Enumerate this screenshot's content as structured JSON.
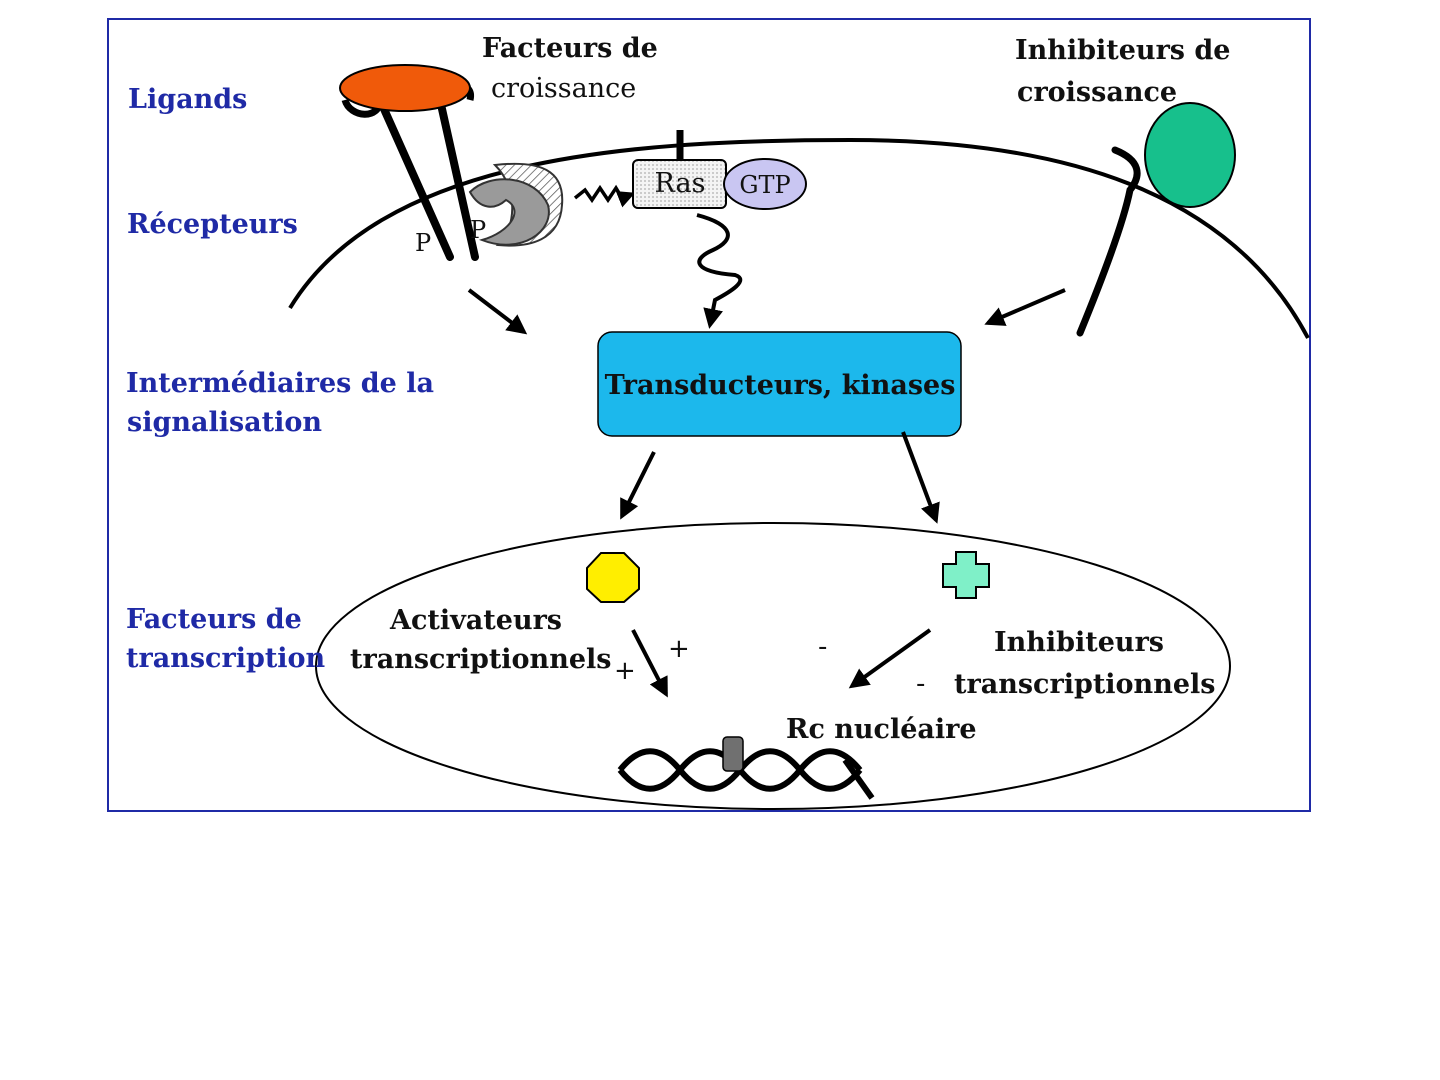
{
  "side_labels": {
    "ligands": "Ligands",
    "recepteurs": "Récepteurs",
    "intermediaires_1": "Intermédiaires de la",
    "intermediaires_2": "signalisation",
    "facteurs_transcription_1": "Facteurs de",
    "facteurs_transcription_2": "transcription"
  },
  "labels": {
    "growth_factors_1": "Facteurs de",
    "growth_factors_2": "croissance",
    "growth_inhibitors_1": "Inhibiteurs de",
    "growth_inhibitors_2": "croissance",
    "ras": "Ras",
    "gtp": "GTP",
    "phospho_1": "P",
    "phospho_2": "P",
    "transducers": "Transducteurs, kinases",
    "activators_1": "Activateurs",
    "activators_2": "transcriptionnels",
    "inhibitors_1": "Inhibiteurs",
    "inhibitors_2": "transcriptionnels",
    "nuclear_receptor": "Rc nucléaire",
    "plus_1": "+",
    "plus_2": "+",
    "minus_1": "-",
    "minus_2": "-"
  },
  "colors": {
    "frame": "#1f2aa6",
    "side_text": "#1f2aa6",
    "ligand": "#f05a0a",
    "inhibitor_ligand": "#17c08c",
    "transducer_box": "#1cb8ec",
    "gtp": "#c9c6f2",
    "activator": "#ffee00",
    "inhibitor_cross": "#7ff0c8",
    "kinase_domain": "#9a9a9a"
  }
}
